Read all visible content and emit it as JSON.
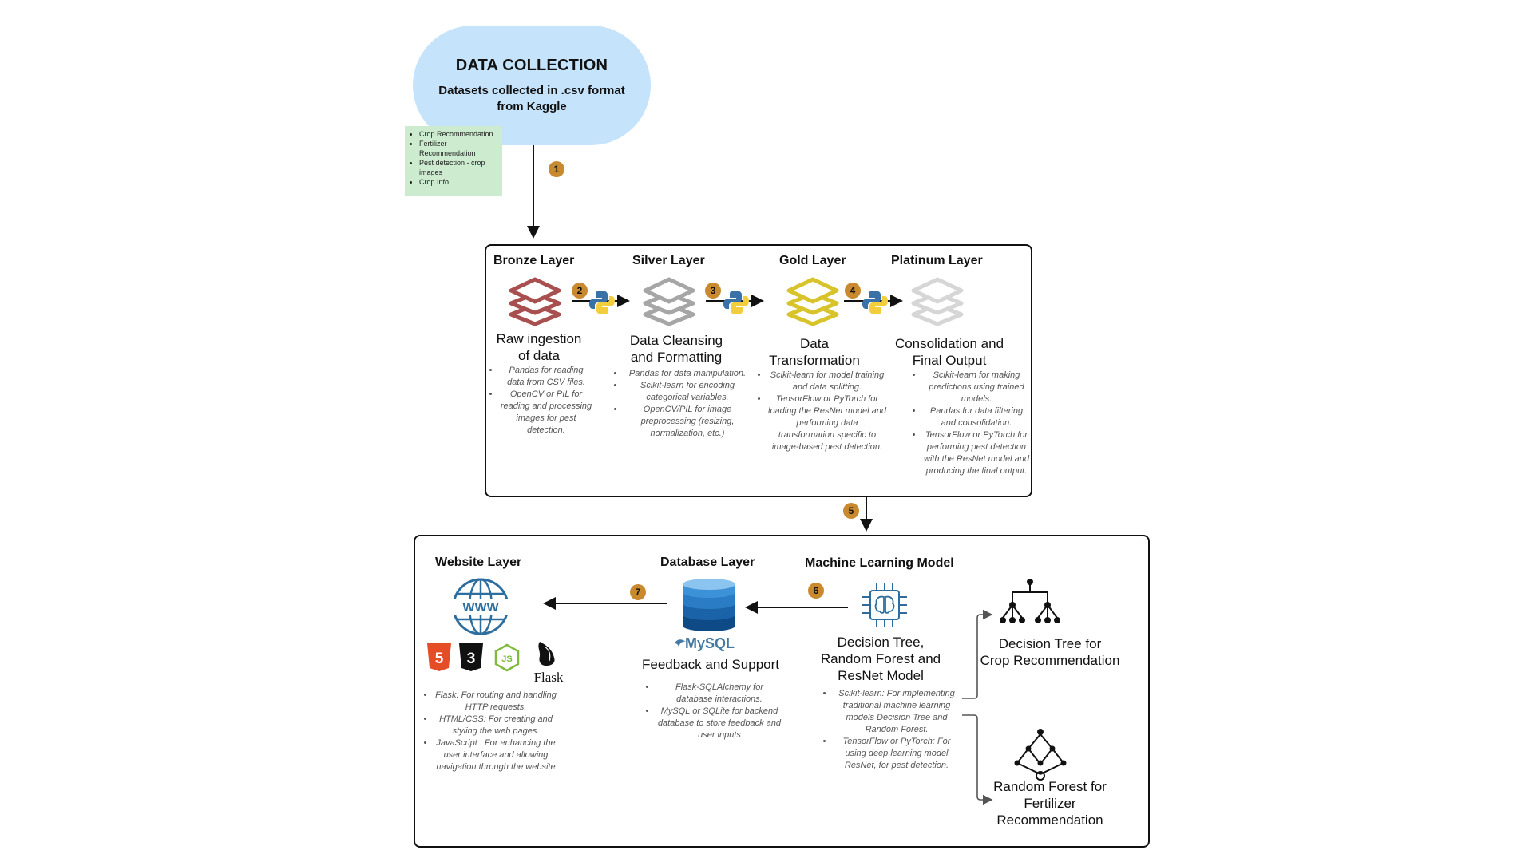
{
  "collection": {
    "title": "DATA COLLECTION",
    "subtitle": "Datasets collected in .csv format from Kaggle",
    "datasets": [
      "Crop Recommendation",
      "Fertilizer Recommendation",
      "Pest detection - crop images",
      "Crop Info"
    ]
  },
  "steps": [
    "1",
    "2",
    "3",
    "4",
    "5",
    "6",
    "7"
  ],
  "medallion": [
    {
      "title": "Bronze Layer",
      "color": "#a84f4f",
      "desc_lines": [
        "Raw ingestion",
        "of data"
      ],
      "bullets": [
        "Pandas for reading data from CSV files.",
        "OpenCV or PIL for reading and processing images for pest detection."
      ]
    },
    {
      "title": "Silver Layer",
      "color": "#a6a6a6",
      "desc_lines": [
        "Data Cleansing",
        "and Formatting"
      ],
      "bullets": [
        "Pandas for data manipulation.",
        "Scikit-learn for encoding categorical variables.",
        "OpenCV/PIL for image preprocessing (resizing, normalization, etc.)"
      ]
    },
    {
      "title": "Gold Layer",
      "color": "#d8c42a",
      "desc_lines": [
        "Data",
        "Transformation"
      ],
      "bullets": [
        "Scikit-learn for model training and data splitting.",
        "TensorFlow or PyTorch for loading the ResNet model and performing data transformation specific to image-based pest detection."
      ]
    },
    {
      "title": "Platinum Layer",
      "color": "#d6d6d6",
      "desc_lines": [
        "Consolidation and",
        "Final Output"
      ],
      "bullets": [
        "Scikit-learn for making predictions using trained models.",
        "Pandas for data filtering and consolidation.",
        "TensorFlow or PyTorch for performing pest detection with the ResNet model and producing the final output."
      ]
    }
  ],
  "website": {
    "title": "Website Layer",
    "www": "WWW",
    "tech": {
      "html5": "5",
      "css3": "3",
      "js": "JS",
      "flask": "Flask"
    },
    "bullets": [
      "Flask: For routing and handling HTTP requests.",
      "HTML/CSS: For creating and styling the web pages.",
      "JavaScript : For enhancing the user interface  and allowing navigation through the website"
    ]
  },
  "database": {
    "title": "Database Layer",
    "logo": "MySQL",
    "desc": "Feedback and Support",
    "bullets": [
      "Flask-SQLAlchemy for database interactions.",
      "MySQL or SQLite for backend database to store feedback and user inputs"
    ]
  },
  "ml": {
    "title": "Machine Learning Model",
    "desc_lines": [
      "Decision Tree,",
      "Random Forest and",
      "ResNet Model"
    ],
    "bullets": [
      "Scikit-learn: For implementing traditional machine learning models Decision Tree and Random Forest.",
      "TensorFlow or PyTorch: For using deep learning model ResNet, for pest detection."
    ]
  },
  "outputs": {
    "decision_tree": [
      "Decision Tree for",
      "Crop Recommendation"
    ],
    "random_forest": [
      "Random Forest for",
      "Fertilizer",
      "Recommendation"
    ]
  },
  "colors": {
    "badge": "#c9892e",
    "cloud": "#c5e3fb",
    "note": "#cdeccf",
    "db": "#1f6fb5",
    "www": "#2d6e9e"
  }
}
